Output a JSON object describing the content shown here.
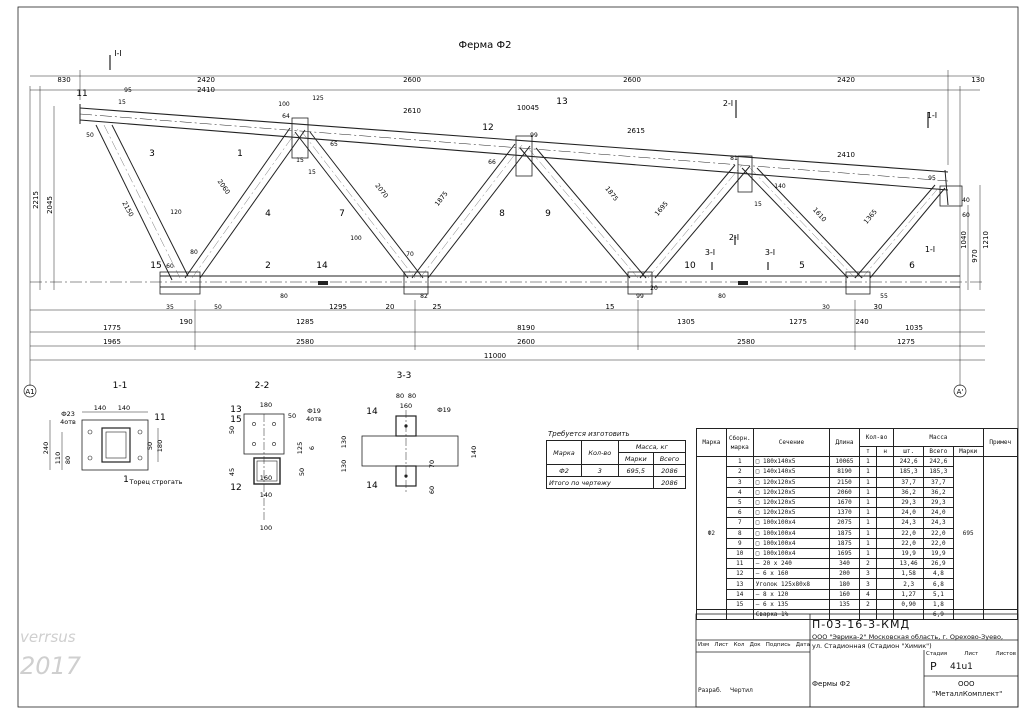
{
  "title": "Ферма Ф2",
  "truss": {
    "top_dims": [
      "830",
      "2420",
      "2600",
      "2600",
      "2420",
      "130"
    ],
    "top_inner": [
      "2410",
      "2610",
      "2615",
      "2410"
    ],
    "total_top": "10045",
    "height_left": "2215",
    "height_left_inner": "2045",
    "height_right": [
      "1040",
      "1210",
      "970"
    ],
    "bottom_rows": {
      "row1": [
        "190",
        "1285",
        "1295",
        "20",
        "25",
        "15",
        "1305",
        "1275",
        "240",
        "30"
      ],
      "row2": [
        "1775",
        "8190",
        "1035"
      ],
      "row3": [
        "1965",
        "2580",
        "2600",
        "2580",
        "1275"
      ],
      "total": "11000"
    },
    "member_lengths": [
      "2060",
      "2070",
      "1875",
      "1875",
      "1695",
      "1610",
      "1365",
      "2150"
    ],
    "marks": [
      "1",
      "2",
      "3",
      "4",
      "5",
      "6",
      "7",
      "8",
      "9",
      "10",
      "11",
      "12",
      "13",
      "14",
      "15"
    ],
    "axis_left": "A1",
    "axis_right": "A'",
    "misc_dims": [
      "95",
      "15",
      "50",
      "100",
      "125",
      "64",
      "65",
      "15",
      "15",
      "99",
      "66",
      "81",
      "140",
      "120",
      "80",
      "60",
      "100",
      "70",
      "80",
      "82",
      "50",
      "35",
      "20",
      "99",
      "15",
      "80",
      "30",
      "55",
      "40",
      "60",
      "95"
    ],
    "section_marks": [
      "I-I",
      "2-I",
      "1-I",
      "2-I",
      "3-I",
      "3-I",
      "1-I"
    ]
  },
  "sections": {
    "s11": {
      "title": "1-1",
      "dims": [
        "140",
        "140",
        "Ф23",
        "4отв",
        "240",
        "110",
        "80",
        "180",
        "50",
        "Торец строгать"
      ],
      "marks": [
        "11",
        "1"
      ]
    },
    "s22": {
      "title": "2-2",
      "dims": [
        "180",
        "50",
        "Ф19",
        "4отв",
        "50",
        "125",
        "6",
        "45",
        "50",
        "160",
        "140",
        "100"
      ],
      "marks": [
        "13",
        "15",
        "12"
      ]
    },
    "s33": {
      "title": "3-3",
      "dims": [
        "80",
        "80",
        "160",
        "Ф19",
        "130",
        "130",
        "140",
        "70",
        "60"
      ],
      "marks": [
        "14",
        "14"
      ]
    }
  },
  "requirements": {
    "title": "Требуется изготовить",
    "headers": [
      "Марка",
      "Кол-во",
      "Масса, кг",
      "Марки",
      "Всего"
    ],
    "rows": [
      [
        "Ф2",
        "3",
        "695,5",
        "2086"
      ]
    ],
    "total_label": "Итого по чертежу",
    "total": "2086"
  },
  "spec": {
    "headers": [
      "Марка",
      "Сборн. марка",
      "Сечение",
      "Длина",
      "Кол-во",
      "т",
      "н",
      "Масса",
      "шт.",
      "Всего",
      "Марки",
      "Примеч"
    ],
    "mark": "Ф2",
    "mark_mass": "695",
    "rows": [
      [
        "1",
        "□ 180х140х5",
        "10065",
        "1",
        "",
        "242,6",
        "242,6"
      ],
      [
        "2",
        "□ 140х140х5",
        "8190",
        "1",
        "",
        "185,3",
        "185,3"
      ],
      [
        "3",
        "□ 120х120х5",
        "2150",
        "1",
        "",
        "37,7",
        "37,7"
      ],
      [
        "4",
        "□ 120х120х5",
        "2060",
        "1",
        "",
        "36,2",
        "36,2"
      ],
      [
        "5",
        "□ 120х120х5",
        "1670",
        "1",
        "",
        "29,3",
        "29,3"
      ],
      [
        "6",
        "□ 120х120х5",
        "1370",
        "1",
        "",
        "24,0",
        "24,0"
      ],
      [
        "7",
        "□ 100х100х4",
        "2075",
        "1",
        "",
        "24,3",
        "24,3"
      ],
      [
        "8",
        "□ 100х100х4",
        "1875",
        "1",
        "",
        "22,0",
        "22,0"
      ],
      [
        "9",
        "□ 100х100х4",
        "1875",
        "1",
        "",
        "22,0",
        "22,0"
      ],
      [
        "10",
        "□ 100х100х4",
        "1695",
        "1",
        "",
        "19,9",
        "19,9"
      ],
      [
        "11",
        "– 20 х 240",
        "340",
        "2",
        "",
        "13,46",
        "26,9"
      ],
      [
        "12",
        "– 6 х 160",
        "200",
        "3",
        "",
        "1,58",
        "4,8"
      ],
      [
        "13",
        "Уголок 125х80х8",
        "180",
        "3",
        "",
        "2,3",
        "6,8"
      ],
      [
        "14",
        "– 8 х 120",
        "160",
        "4",
        "",
        "1,27",
        "5,1"
      ],
      [
        "15",
        "– 6 х 135",
        "135",
        "2",
        "",
        "0,90",
        "1,8"
      ]
    ],
    "weld_label": "Сварка 1%",
    "weld_value": "6,9"
  },
  "stamp": {
    "code": "П-03-16-3-КМД",
    "org_line1": "ООО \"Эврика-2\" Московская область, г. Орехово-Зуево,",
    "org_line2": "ул. Стадионная (Стадион \"Химик\")",
    "cols": [
      "Изм",
      "Лист",
      "Кол",
      "Док",
      "Подпись",
      "Дата"
    ],
    "stage_headers": [
      "Стадия",
      "Лист",
      "Листов"
    ],
    "stage": "Р",
    "sheet": "41u1",
    "part_title": "Фермы Ф2",
    "company1": "ООО",
    "company2": "\"МеталлКомплект\"",
    "dev_label": "Разраб.",
    "drawn_label": "Чертил"
  },
  "watermark": {
    "line1": "verrsus",
    "line2": "2017"
  }
}
